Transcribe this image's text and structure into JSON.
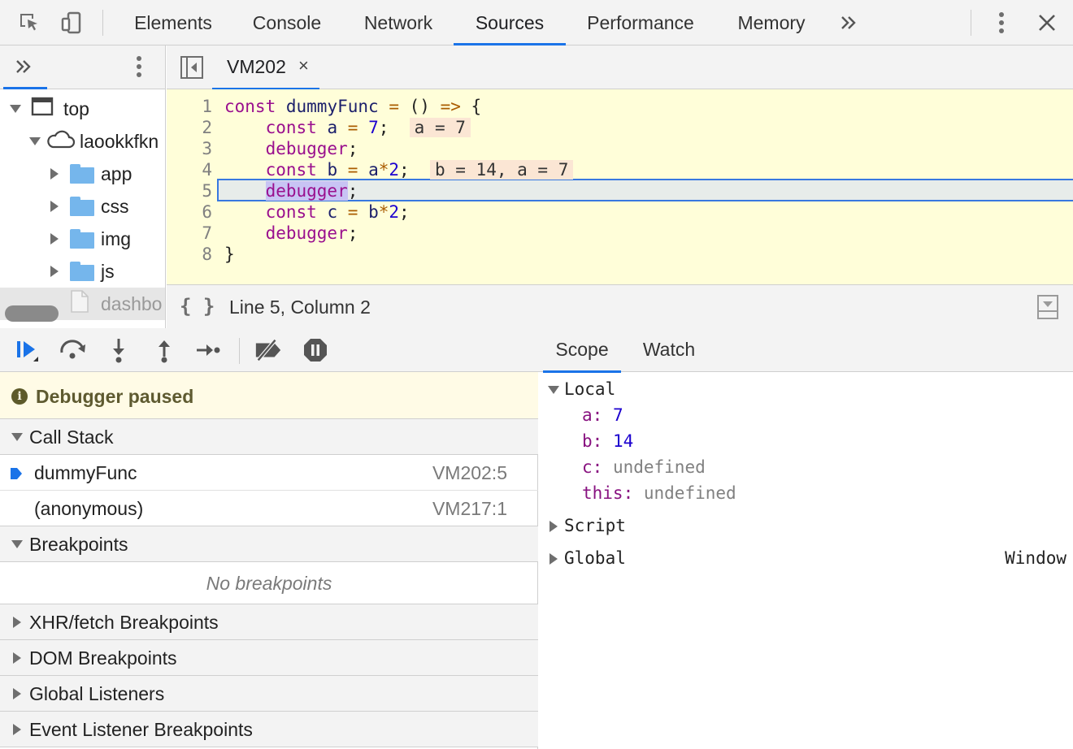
{
  "top_tabs": [
    "Elements",
    "Console",
    "Network",
    "Sources",
    "Performance",
    "Memory"
  ],
  "active_top_tab": "Sources",
  "navigator": {
    "items": [
      {
        "label": "top",
        "type": "frame"
      },
      {
        "label": "laookkfkn",
        "type": "origin"
      },
      {
        "label": "app",
        "type": "folder"
      },
      {
        "label": "css",
        "type": "folder"
      },
      {
        "label": "img",
        "type": "folder"
      },
      {
        "label": "js",
        "type": "folder"
      },
      {
        "label": "dashbo",
        "type": "file"
      }
    ]
  },
  "editor": {
    "tab_label": "VM202",
    "close_glyph": "×",
    "line_numbers": [
      "1",
      "2",
      "3",
      "4",
      "5",
      "6",
      "7",
      "8"
    ],
    "inline_values": {
      "line2": "a = 7",
      "line4": "b = 14, a = 7"
    },
    "status": "Line 5, Column 2",
    "format_label": "{ }"
  },
  "debugger": {
    "paused_message": "Debugger paused",
    "call_stack_label": "Call Stack",
    "frames": [
      {
        "name": "dummyFunc",
        "location": "VM202:5"
      },
      {
        "name": "(anonymous)",
        "location": "VM217:1"
      }
    ],
    "breakpoints_label": "Breakpoints",
    "no_breakpoints": "No breakpoints",
    "collapsed_sections": [
      "XHR/fetch Breakpoints",
      "DOM Breakpoints",
      "Global Listeners",
      "Event Listener Breakpoints"
    ]
  },
  "scope": {
    "tabs": [
      "Scope",
      "Watch"
    ],
    "local_label": "Local",
    "vars": [
      {
        "name": "a",
        "value": "7"
      },
      {
        "name": "b",
        "value": "14"
      },
      {
        "name": "c",
        "value": "undefined"
      },
      {
        "name": "this",
        "value": "undefined"
      }
    ],
    "script_label": "Script",
    "global_label": "Global",
    "global_value": "Window"
  },
  "colors": {
    "accent": "#1a73e8",
    "paused_bg": "#fffbe6",
    "editor_bg": "#fffed9"
  }
}
